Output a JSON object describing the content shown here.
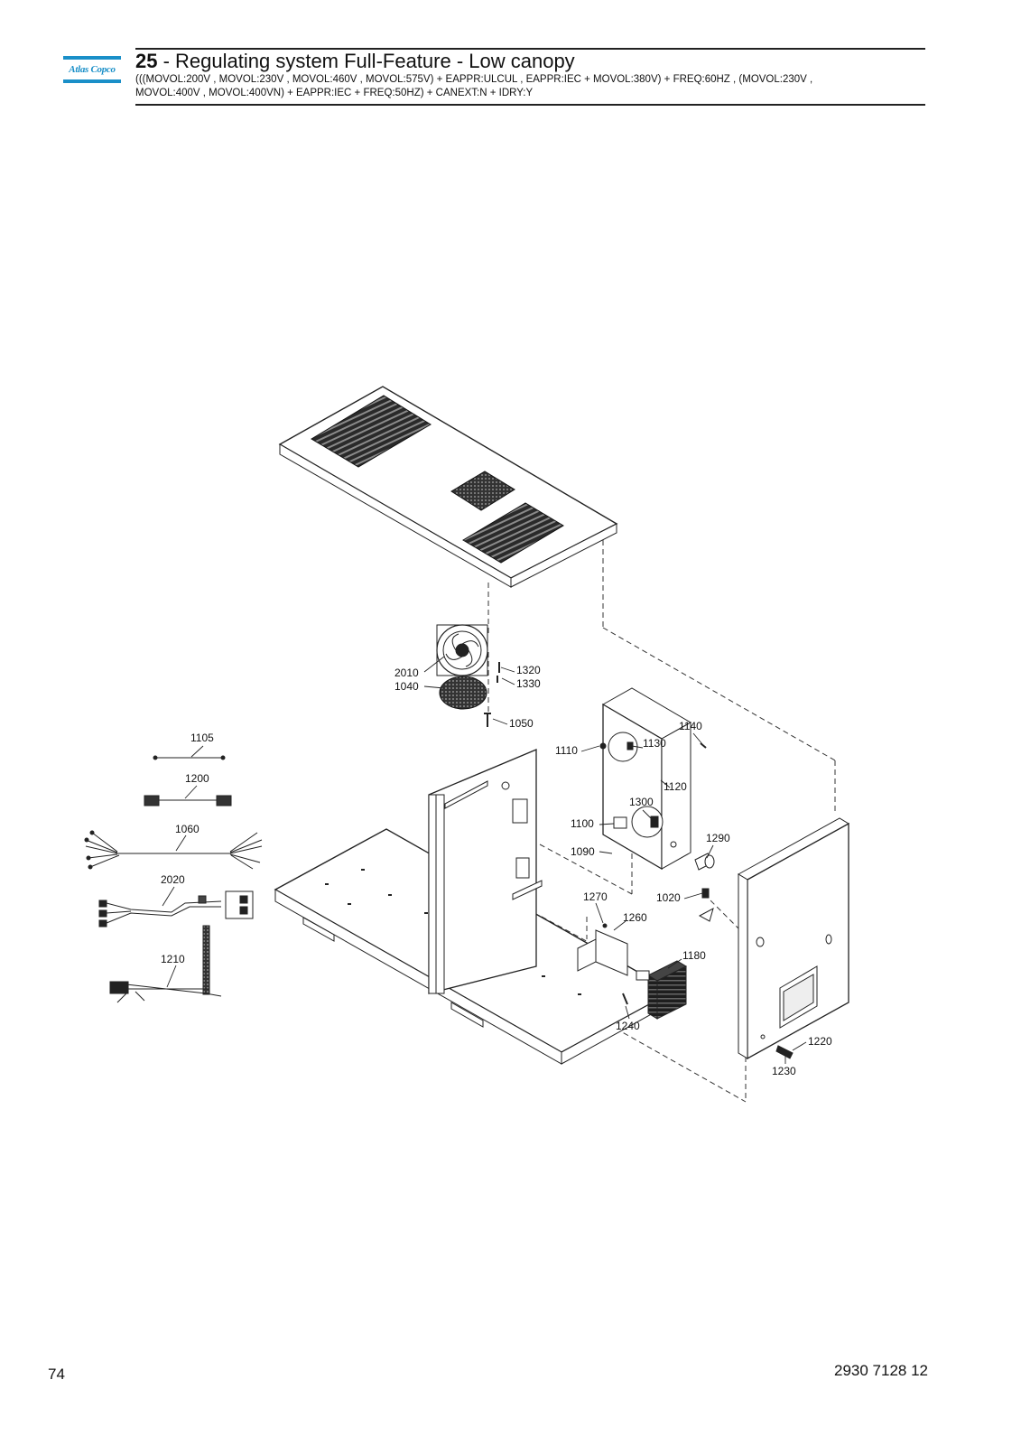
{
  "header": {
    "logo_text": "Atlas Copco",
    "section_number": "25",
    "section_title": " - Regulating system Full-Feature - Low canopy",
    "condition_line1": "(((MOVOL:200V , MOVOL:230V , MOVOL:460V , MOVOL:575V) + EAPPR:ULCUL , EAPPR:IEC + MOVOL:380V) + FREQ:60HZ , (MOVOL:230V ,",
    "condition_line2": "MOVOL:400V , MOVOL:400VN) + EAPPR:IEC + FREQ:50HZ) + CANEXT:N + IDRY:Y"
  },
  "callouts": {
    "c2010": "2010",
    "c1040": "1040",
    "c1320": "1320",
    "c1330": "1330",
    "c1050": "1050",
    "c1105": "1105",
    "c1200": "1200",
    "c1060": "1060",
    "c2020": "2020",
    "c1210": "1210",
    "c1110": "1110",
    "c1130": "1130",
    "c1140": "1140",
    "c1120": "1120",
    "c1300": "1300",
    "c1100": "1100",
    "c1090": "1090",
    "c1290": "1290",
    "c1270": "1270",
    "c1260": "1260",
    "c1020": "1020",
    "c1180": "1180",
    "c1240": "1240",
    "c1220": "1220",
    "c1230": "1230"
  },
  "footer": {
    "page_number": "74",
    "document_number": "2930 7128 12"
  }
}
